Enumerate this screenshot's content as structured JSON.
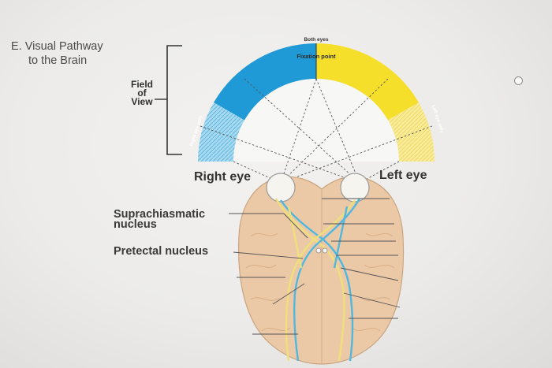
{
  "section": {
    "letter_title": "E. Visual Pathway",
    "subtitle": "to the Brain"
  },
  "field_of_view": {
    "label_line1": "Field",
    "label_line2": "of",
    "label_line3": "View"
  },
  "arc_labels": {
    "both_eyes": "Both eyes",
    "fixation_point": "Fixation point",
    "right_eye_only": "Right eye only",
    "left_eye_only": "Left eye only"
  },
  "eyes": {
    "right": "Right eye",
    "left": "Left eye"
  },
  "nuclei": {
    "suprachiasmatic_line1": "Suprachiasmatic",
    "suprachiasmatic_line2": "nucleus",
    "pretectal": "Pretectal nucleus"
  },
  "colors": {
    "left_field_blue": "#1f9ad6",
    "right_field_yellow": "#f6df2a",
    "brain_tan": "#e9c7a4",
    "optic_tract_cyan": "#4fb7e0",
    "optic_tract_yellow": "#efe07a"
  }
}
